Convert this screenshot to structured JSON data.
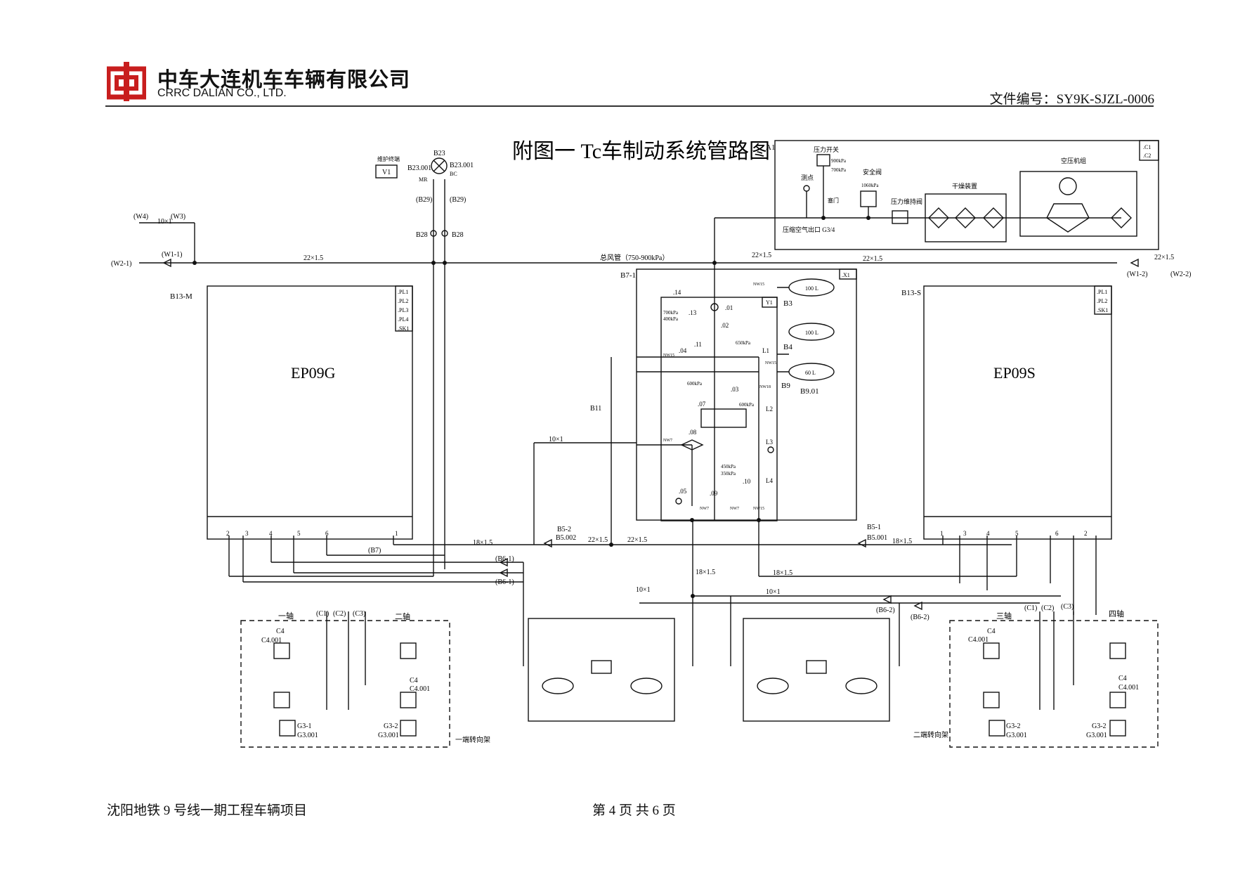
{
  "header": {
    "company_cn": "中车大连机车车辆有限公司",
    "company_en": "CRRC DALIAN CO., LTD.",
    "doc_number": "文件编号：SY9K-SJZL-0006"
  },
  "diagram": {
    "title": "附图一 Tc车制动系统管路图",
    "units": {
      "ep09g": "EP09G",
      "ep09s": "EP09S",
      "ep09g_tag": "B13-M",
      "ep09s_tag": "B13-S",
      "box_a1": "A1",
      "box_b7": "B7-1",
      "maint_label": "维护终端",
      "maint_v1": "V1"
    },
    "ports_left": [
      ".PL1",
      ".PL2",
      ".PL3",
      ".PL4",
      ".SK1"
    ],
    "ports_right": [
      ".PL1",
      ".PL2",
      ".SK1"
    ],
    "a1_corner": [
      ".C1",
      ".C2"
    ],
    "b7_corner": ".X1",
    "y1": "Y1",
    "a1_labels": {
      "pressure_switch": "压力开关",
      "ps_900": "900kPa",
      "ps_700": "700kPa",
      "test_point": "测点",
      "plug_valve": "塞门",
      "safety_valve": "安全阀",
      "sv_1060": "1060kPa",
      "pressure_maintain": "压力维持阀",
      "dryer": "干燥装置",
      "compressor": "空压机组",
      "outlet": "压缩空气出口 G3/4"
    },
    "main_pipe": "总风管（750-900kPa）",
    "pipe_22": "22×1.5",
    "pipe_18": "18×1.5",
    "pipe_10": "10×1",
    "cocks_left": [
      "(W4)",
      "(W3)",
      "(W2-1)",
      "(W1-1)"
    ],
    "cocks_right": [
      "(W1-2)",
      "(W2-2)"
    ],
    "b23": [
      "B23",
      "B23.001",
      "B23.001",
      "MR",
      "BC"
    ],
    "b29": [
      "(B29)",
      "(B29)"
    ],
    "b28": [
      "B28",
      "B28"
    ],
    "tanks": [
      "100 L",
      "100 L",
      "60 L"
    ],
    "tank_tags": [
      "B3",
      "B4",
      "B9",
      "B9.01"
    ],
    "b7_parts": [
      ".14",
      ".13",
      ".01",
      ".02",
      ".11",
      ".04",
      ".03",
      ".07",
      ".08",
      ".05",
      ".09",
      ".10",
      "L1",
      "L2",
      "L3",
      "L4"
    ],
    "b7_values": [
      "700kPa",
      "400kPa",
      "650kPa",
      "600kPa",
      "600kPa",
      "450kPa",
      "350kPa"
    ],
    "nominals": [
      "NW15",
      "NW15",
      "NW15",
      "NW18",
      "NW7",
      "NW7",
      "NW7",
      "NW15"
    ],
    "port_nums_left": [
      "2",
      "3",
      "4",
      "5",
      "6",
      "1"
    ],
    "port_nums_right": [
      "1",
      "3",
      "4",
      "5",
      "6",
      "2"
    ],
    "b11": "B11",
    "b5": [
      "B5-2",
      "B5.002",
      "B5-1",
      "B5.001"
    ],
    "b6": [
      "(B6-1)",
      "(B6-1)",
      "(B6-2)",
      "(B6-2)"
    ],
    "b7cock": "(B7)",
    "c_left": [
      "(C1)",
      "(C2)",
      "(C3)"
    ],
    "c_right": [
      "(C1)",
      "(C2)",
      "(C3)"
    ],
    "axles": [
      "一轴",
      "二轴",
      "三轴",
      "四轴"
    ],
    "bogies": [
      "一端转向架",
      "二端转向架"
    ],
    "c4": [
      "C4",
      "C4.001"
    ],
    "g3": [
      "G3-1",
      "G3.001",
      "G3-2",
      "G3.001",
      "G3-2",
      "G3.001",
      "G3-2",
      "G3.001"
    ]
  },
  "footer": {
    "project": "沈阳地铁 9 号线一期工程车辆项目",
    "page": "第 4 页 共 6 页"
  }
}
